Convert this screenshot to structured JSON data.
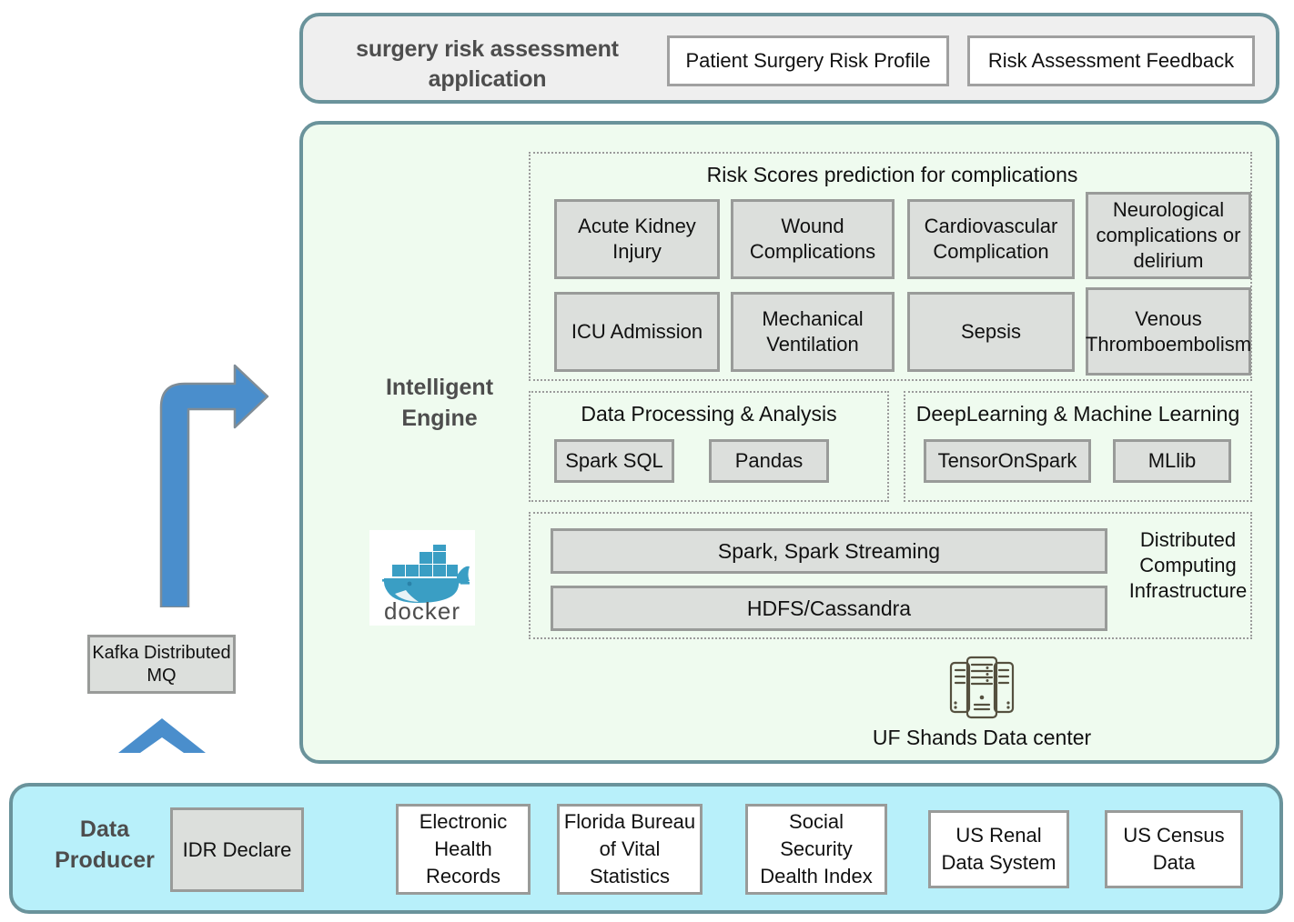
{
  "application_panel": {
    "title": "surgery risk assessment application",
    "boxes": [
      "Patient Surgery Risk Profile",
      "Risk Assessment Feedback"
    ]
  },
  "engine_panel": {
    "title": "Intelligent Engine",
    "docker_logo_label": "docker",
    "risk_section": {
      "heading": "Risk Scores prediction for complications",
      "items": [
        "Acute Kidney Injury",
        "Wound Complications",
        "Cardiovascular Complication",
        "Neurological complications or delirium",
        "ICU Admission",
        "Mechanical Ventilation",
        "Sepsis",
        "Venous Thromboembolism"
      ]
    },
    "data_processing_section": {
      "heading": "Data Processing & Analysis",
      "items": [
        "Spark SQL",
        "Pandas"
      ]
    },
    "deep_learning_section": {
      "heading": "DeepLearning & Machine Learning",
      "items": [
        "TensorOnSpark",
        "MLlib"
      ]
    },
    "infrastructure_section": {
      "label": "Distributed Computing Infrastructure",
      "items": [
        "Spark, Spark Streaming",
        "HDFS/Cassandra"
      ]
    },
    "data_center": {
      "label": "UF Shands Data center",
      "icon": "server-rack-icon"
    }
  },
  "kafka": {
    "label": "Kafka Distributed MQ"
  },
  "producer_panel": {
    "title": "Data Producer",
    "idr": "IDR Declare",
    "sources": [
      "Electronic Health Records",
      "Florida Bureau of Vital Statistics",
      "Social Security Dealth Index",
      "US Renal Data System",
      "US Census Data"
    ]
  },
  "arrows": {
    "kafka_to_engine": "elbow-arrow-up-right-icon",
    "producer_to_kafka": "chevron-up-arrow-icon",
    "ehr_to_idr": "arrow-left-icon"
  },
  "colors": {
    "panel_border_teal": "#6a939b",
    "app_panel_fill": "#efefef",
    "engine_panel_fill": "#effbef",
    "producer_panel_fill": "#b8f0fa",
    "box_gray_fill": "#dcdfdc",
    "box_gray_border": "#999b99",
    "arrow_blue": "#4a8ecc",
    "title_text": "#4d4d4d",
    "dotted_border": "#9b9b9b"
  }
}
